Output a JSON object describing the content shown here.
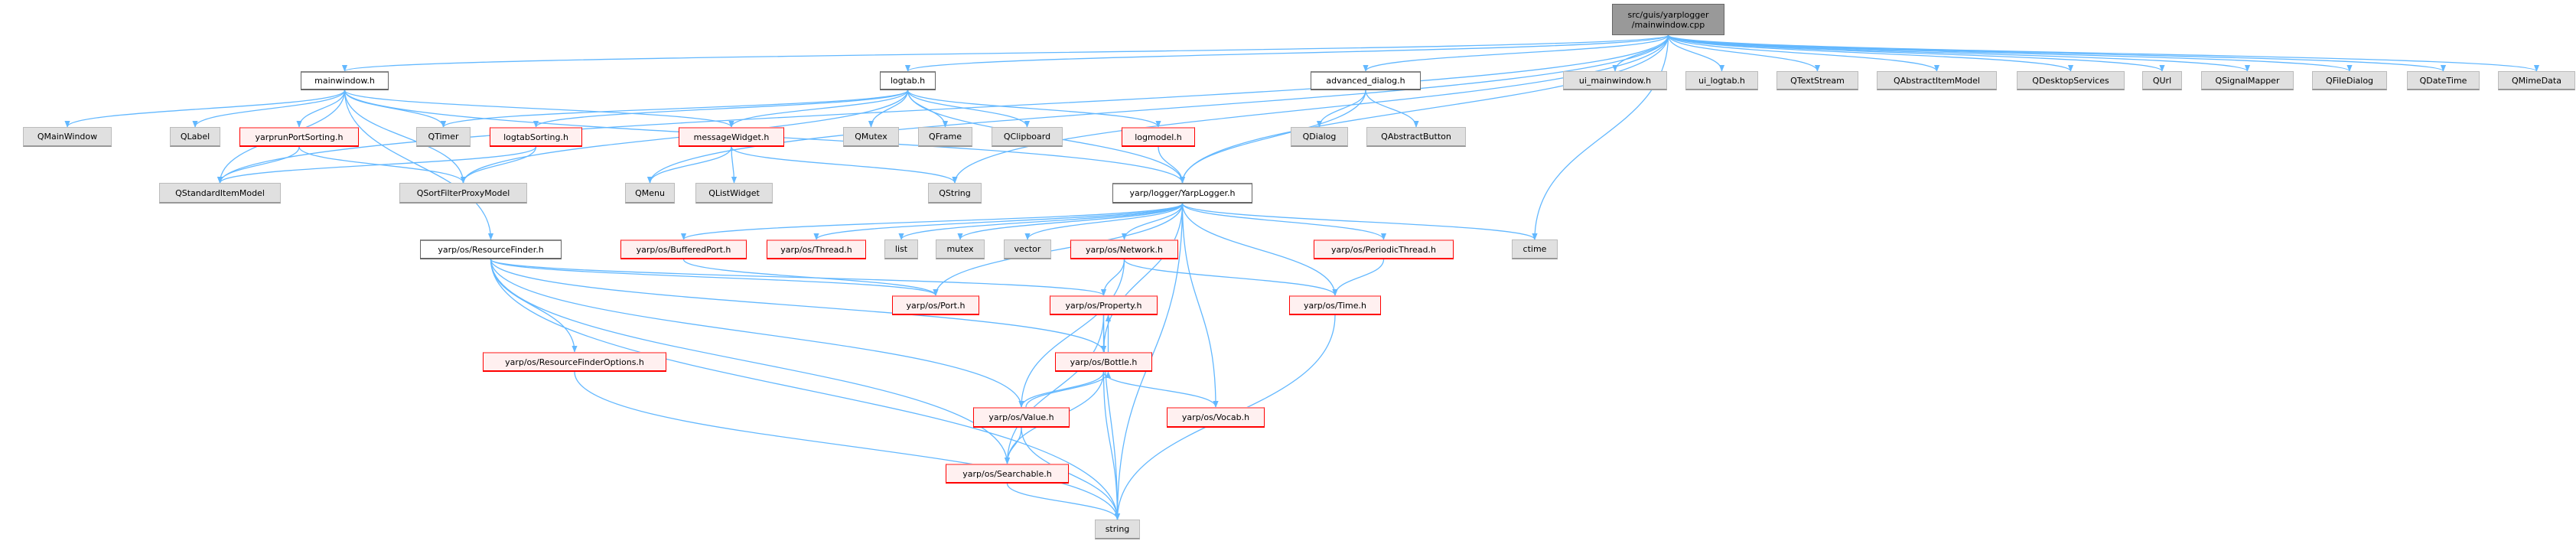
{
  "graph": {
    "edge_color": "#63b8ff",
    "nodes": [
      {
        "id": "cpp",
        "label": "src/guis/yarplogger",
        "label2": "/mainwindow.cpp",
        "kind": "root"
      },
      {
        "id": "mainwindow",
        "label": "mainwindow.h",
        "kind": "doc"
      },
      {
        "id": "logtab",
        "label": "logtab.h",
        "kind": "doc"
      },
      {
        "id": "advdialog",
        "label": "advanced_dialog.h",
        "kind": "doc"
      },
      {
        "id": "uimain",
        "label": "ui_mainwindow.h",
        "kind": "ext"
      },
      {
        "id": "uilogtab",
        "label": "ui_logtab.h",
        "kind": "ext"
      },
      {
        "id": "qtextstream",
        "label": "QTextStream",
        "kind": "ext"
      },
      {
        "id": "qabsitem",
        "label": "QAbstractItemModel",
        "kind": "ext"
      },
      {
        "id": "qdesk",
        "label": "QDesktopServices",
        "kind": "ext"
      },
      {
        "id": "qurl",
        "label": "QUrl",
        "kind": "ext"
      },
      {
        "id": "qsignal",
        "label": "QSignalMapper",
        "kind": "ext"
      },
      {
        "id": "qfiledialog",
        "label": "QFileDialog",
        "kind": "ext"
      },
      {
        "id": "qdatetime",
        "label": "QDateTime",
        "kind": "ext"
      },
      {
        "id": "qmimedata",
        "label": "QMimeData",
        "kind": "ext"
      },
      {
        "id": "qmainwindow",
        "label": "QMainWindow",
        "kind": "ext"
      },
      {
        "id": "qlabel",
        "label": "QLabel",
        "kind": "ext"
      },
      {
        "id": "yrps",
        "label": "yarprunPortSorting.h",
        "kind": "red"
      },
      {
        "id": "qtimer",
        "label": "QTimer",
        "kind": "ext"
      },
      {
        "id": "logtabsorting",
        "label": "logtabSorting.h",
        "kind": "red"
      },
      {
        "id": "msgwidget",
        "label": "messageWidget.h",
        "kind": "red"
      },
      {
        "id": "qmutex",
        "label": "QMutex",
        "kind": "ext"
      },
      {
        "id": "qframe",
        "label": "QFrame",
        "kind": "ext"
      },
      {
        "id": "qclipboard",
        "label": "QClipboard",
        "kind": "ext"
      },
      {
        "id": "logmodel",
        "label": "logmodel.h",
        "kind": "red"
      },
      {
        "id": "qdialog",
        "label": "QDialog",
        "kind": "ext"
      },
      {
        "id": "qabsbutton",
        "label": "QAbstractButton",
        "kind": "ext"
      },
      {
        "id": "qsim",
        "label": "QStandardItemModel",
        "kind": "ext"
      },
      {
        "id": "qsfpm",
        "label": "QSortFilterProxyModel",
        "kind": "ext"
      },
      {
        "id": "qmenu",
        "label": "QMenu",
        "kind": "ext"
      },
      {
        "id": "qlistwidget",
        "label": "QListWidget",
        "kind": "ext"
      },
      {
        "id": "qstring",
        "label": "QString",
        "kind": "ext"
      },
      {
        "id": "yarplogger",
        "label": "yarp/logger/YarpLogger.h",
        "kind": "doc"
      },
      {
        "id": "resfinder",
        "label": "yarp/os/ResourceFinder.h",
        "kind": "doc"
      },
      {
        "id": "bufport",
        "label": "yarp/os/BufferedPort.h",
        "kind": "red"
      },
      {
        "id": "thread",
        "label": "yarp/os/Thread.h",
        "kind": "red"
      },
      {
        "id": "list",
        "label": "list",
        "kind": "ext"
      },
      {
        "id": "mutex",
        "label": "mutex",
        "kind": "ext"
      },
      {
        "id": "vector",
        "label": "vector",
        "kind": "ext"
      },
      {
        "id": "network",
        "label": "yarp/os/Network.h",
        "kind": "red"
      },
      {
        "id": "periodic",
        "label": "yarp/os/PeriodicThread.h",
        "kind": "red"
      },
      {
        "id": "ctime",
        "label": "ctime",
        "kind": "ext"
      },
      {
        "id": "port",
        "label": "yarp/os/Port.h",
        "kind": "red"
      },
      {
        "id": "property",
        "label": "yarp/os/Property.h",
        "kind": "red"
      },
      {
        "id": "time",
        "label": "yarp/os/Time.h",
        "kind": "red"
      },
      {
        "id": "rfoptions",
        "label": "yarp/os/ResourceFinderOptions.h",
        "kind": "red"
      },
      {
        "id": "bottle",
        "label": "yarp/os/Bottle.h",
        "kind": "red"
      },
      {
        "id": "value",
        "label": "yarp/os/Value.h",
        "kind": "red"
      },
      {
        "id": "vocab",
        "label": "yarp/os/Vocab.h",
        "kind": "red"
      },
      {
        "id": "searchable",
        "label": "yarp/os/Searchable.h",
        "kind": "red"
      },
      {
        "id": "string",
        "label": "string",
        "kind": "ext"
      }
    ],
    "edges": [
      [
        "cpp",
        "mainwindow"
      ],
      [
        "cpp",
        "logtab"
      ],
      [
        "cpp",
        "advdialog"
      ],
      [
        "cpp",
        "uimain"
      ],
      [
        "cpp",
        "uilogtab"
      ],
      [
        "cpp",
        "qtextstream"
      ],
      [
        "cpp",
        "qabsitem"
      ],
      [
        "cpp",
        "qdesk"
      ],
      [
        "cpp",
        "qurl"
      ],
      [
        "cpp",
        "qsignal"
      ],
      [
        "cpp",
        "qfiledialog"
      ],
      [
        "cpp",
        "qdatetime"
      ],
      [
        "cpp",
        "qmimedata"
      ],
      [
        "cpp",
        "yarplogger"
      ],
      [
        "cpp",
        "ctime"
      ],
      [
        "cpp",
        "qstring"
      ],
      [
        "cpp",
        "qsim"
      ],
      [
        "cpp",
        "qmenu"
      ],
      [
        "mainwindow",
        "qmainwindow"
      ],
      [
        "mainwindow",
        "qlabel"
      ],
      [
        "mainwindow",
        "yrps"
      ],
      [
        "mainwindow",
        "qtimer"
      ],
      [
        "mainwindow",
        "qsfpm"
      ],
      [
        "mainwindow",
        "qsim"
      ],
      [
        "mainwindow",
        "msgwidget"
      ],
      [
        "mainwindow",
        "yarplogger"
      ],
      [
        "mainwindow",
        "resfinder"
      ],
      [
        "logtab",
        "qtimer"
      ],
      [
        "logtab",
        "logtabsorting"
      ],
      [
        "logtab",
        "msgwidget"
      ],
      [
        "logtab",
        "qmutex"
      ],
      [
        "logtab",
        "qframe"
      ],
      [
        "logtab",
        "qclipboard"
      ],
      [
        "logtab",
        "logmodel"
      ],
      [
        "logtab",
        "yarplogger"
      ],
      [
        "logtab",
        "qsfpm"
      ],
      [
        "yrps",
        "qsim"
      ],
      [
        "yrps",
        "qsfpm"
      ],
      [
        "logtabsorting",
        "qsim"
      ],
      [
        "logtabsorting",
        "qsfpm"
      ],
      [
        "msgwidget",
        "qmenu"
      ],
      [
        "msgwidget",
        "qlistwidget"
      ],
      [
        "msgwidget",
        "qstring"
      ],
      [
        "logmodel",
        "yarplogger"
      ],
      [
        "advdialog",
        "qdialog"
      ],
      [
        "advdialog",
        "qabsbutton"
      ],
      [
        "advdialog",
        "yarplogger"
      ],
      [
        "yarplogger",
        "bufport"
      ],
      [
        "yarplogger",
        "thread"
      ],
      [
        "yarplogger",
        "list"
      ],
      [
        "yarplogger",
        "mutex"
      ],
      [
        "yarplogger",
        "vector"
      ],
      [
        "yarplogger",
        "network"
      ],
      [
        "yarplogger",
        "periodic"
      ],
      [
        "yarplogger",
        "ctime"
      ],
      [
        "yarplogger",
        "time"
      ],
      [
        "yarplogger",
        "bottle"
      ],
      [
        "yarplogger",
        "vocab"
      ],
      [
        "yarplogger",
        "string"
      ],
      [
        "yarplogger",
        "port"
      ],
      [
        "resfinder",
        "port"
      ],
      [
        "resfinder",
        "property"
      ],
      [
        "resfinder",
        "bottle"
      ],
      [
        "resfinder",
        "value"
      ],
      [
        "resfinder",
        "searchable"
      ],
      [
        "resfinder",
        "string"
      ],
      [
        "resfinder",
        "rfoptions"
      ],
      [
        "bufport",
        "port"
      ],
      [
        "network",
        "property"
      ],
      [
        "network",
        "value"
      ],
      [
        "network",
        "time"
      ],
      [
        "periodic",
        "time"
      ],
      [
        "property",
        "bottle"
      ],
      [
        "property",
        "searchable"
      ],
      [
        "property",
        "string"
      ],
      [
        "bottle",
        "property"
      ],
      [
        "bottle",
        "value"
      ],
      [
        "bottle",
        "vocab"
      ],
      [
        "bottle",
        "searchable"
      ],
      [
        "bottle",
        "string"
      ],
      [
        "value",
        "bottle"
      ],
      [
        "value",
        "searchable"
      ],
      [
        "value",
        "string"
      ],
      [
        "searchable",
        "string"
      ],
      [
        "time",
        "string"
      ],
      [
        "rfoptions",
        "string"
      ]
    ]
  }
}
